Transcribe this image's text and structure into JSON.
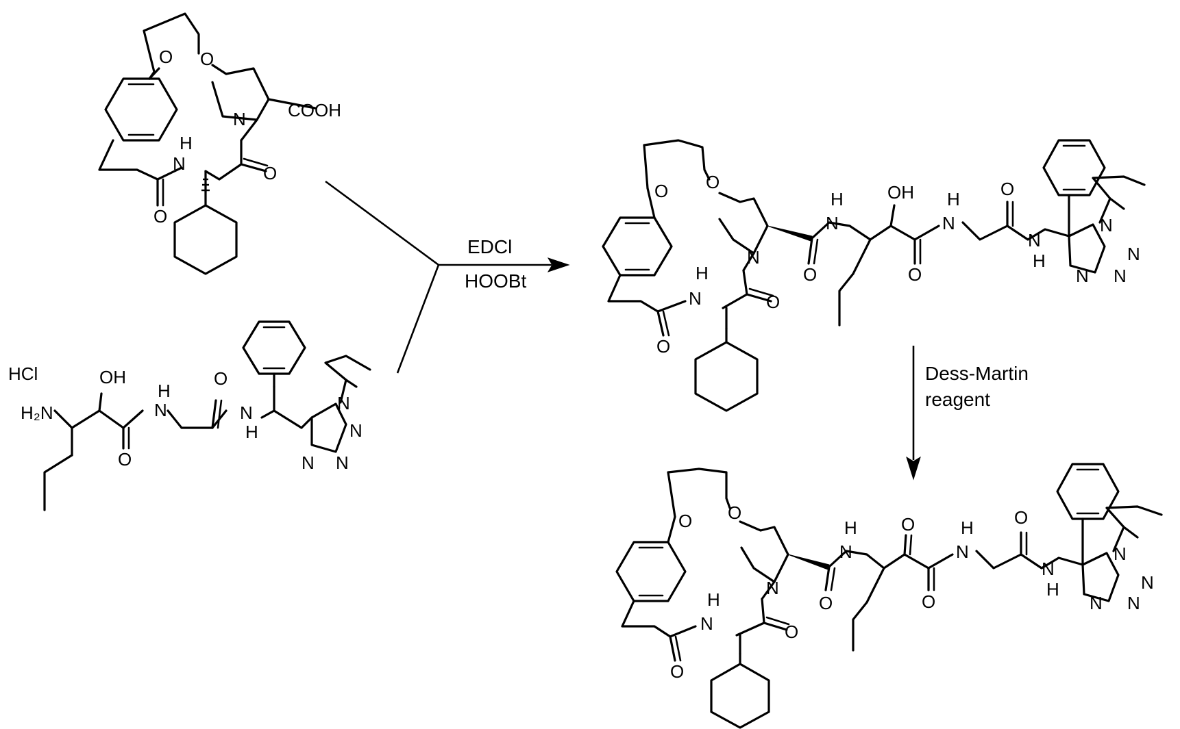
{
  "reactant_acid": {
    "atoms": [
      "O",
      "O",
      "N",
      "COOH",
      "H",
      "N",
      "O",
      "O"
    ]
  },
  "reactant_amine": {
    "salt": "HCl",
    "atoms": [
      "OH",
      "H₂N",
      "H",
      "N",
      "O",
      "O",
      "N",
      "H",
      "N",
      "N",
      "N",
      "N"
    ]
  },
  "step1": {
    "reagent_1": "EDCl",
    "reagent_2": "HOOBt"
  },
  "intermediate": {
    "atoms": [
      "O",
      "O",
      "N",
      "O",
      "H",
      "N",
      "O",
      "O",
      "H",
      "N",
      "OH",
      "O",
      "H",
      "N",
      "O",
      "N",
      "H",
      "N",
      "N",
      "N",
      "N"
    ]
  },
  "step2": {
    "reagent_1": "Dess-Martin",
    "reagent_2": "reagent"
  },
  "product": {
    "atoms": [
      "O",
      "O",
      "N",
      "O",
      "H",
      "N",
      "O",
      "O",
      "H",
      "N",
      "O",
      "O",
      "H",
      "N",
      "O",
      "N",
      "H",
      "N",
      "N",
      "N",
      "N"
    ]
  }
}
